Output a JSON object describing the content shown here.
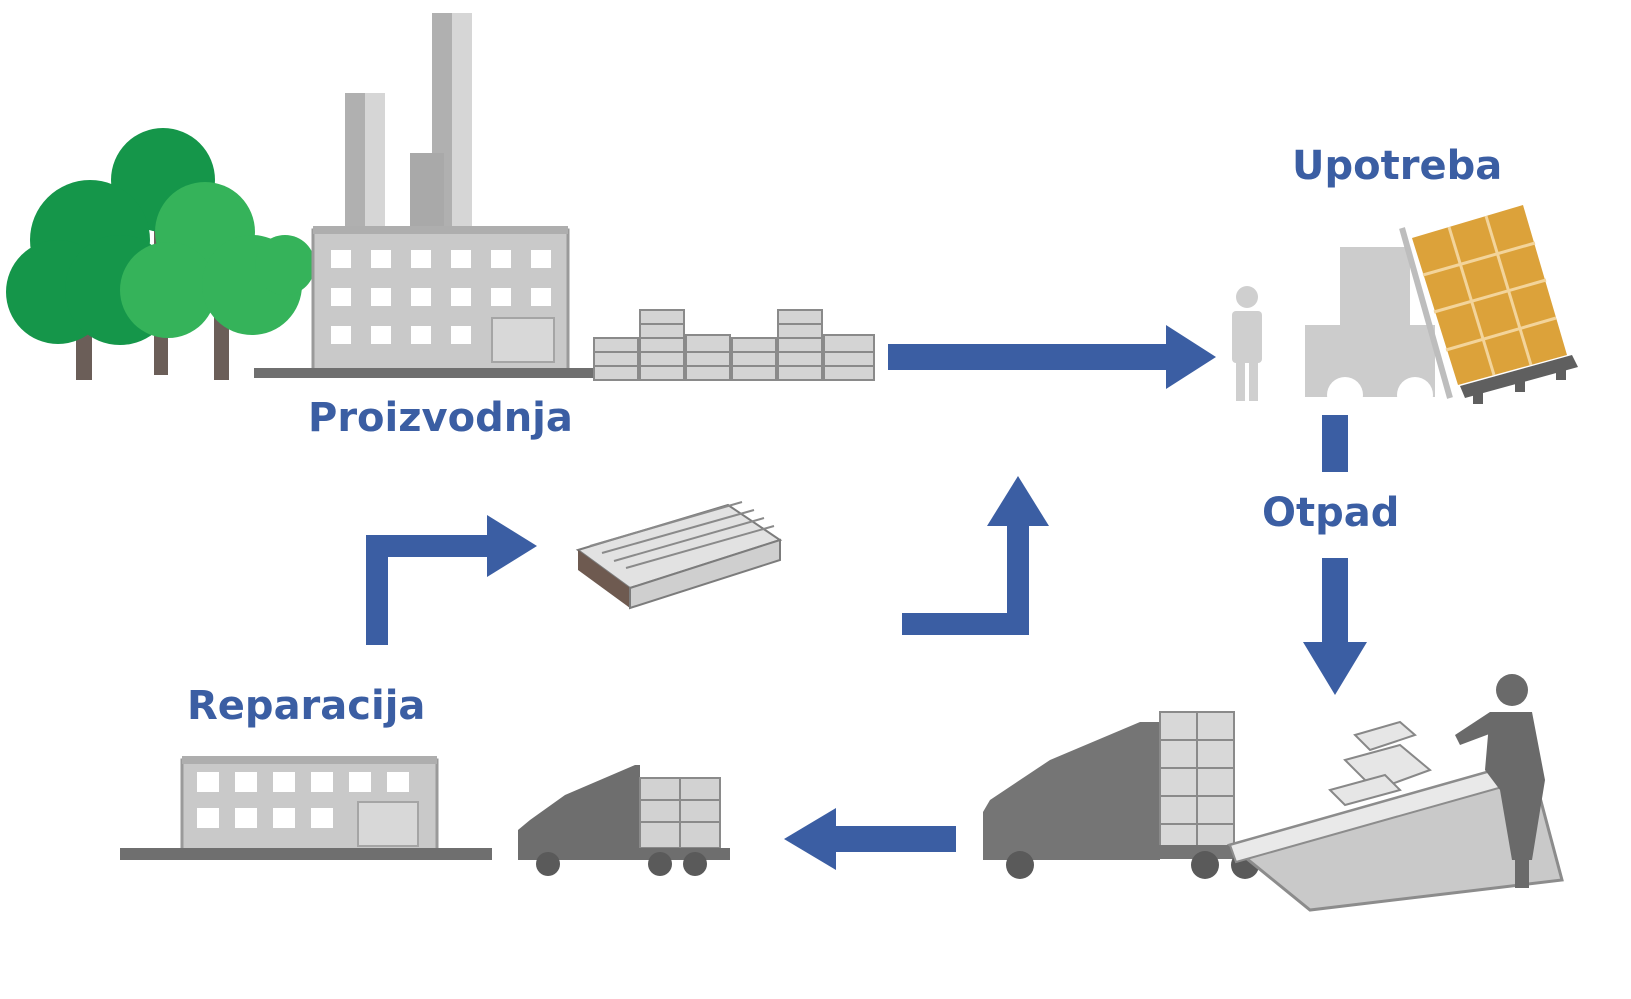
{
  "colors": {
    "accent": "#3b5ea3",
    "tree_dark": "#15964a",
    "tree_light": "#35b35a",
    "trunk": "#6b5e58",
    "building": "#c9c9c9",
    "building_edge": "#9a9a9a",
    "ground": "#6f6f6f",
    "truck": "#6e6e6e",
    "crate": "#dca23a",
    "forklift": "#cccccc",
    "pallet": "#d8d8d8"
  },
  "labels": {
    "production": "Proizvodnja",
    "usage": "Upotreba",
    "waste": "Otpad",
    "repair": "Reparacija"
  },
  "icons": [
    "trees-icon",
    "factory-icon",
    "pallet-stack-icon",
    "person-icon",
    "forklift-icon",
    "pallet-icon",
    "workshop-icon",
    "truck-icon",
    "waste-container-icon",
    "worker-icon"
  ]
}
